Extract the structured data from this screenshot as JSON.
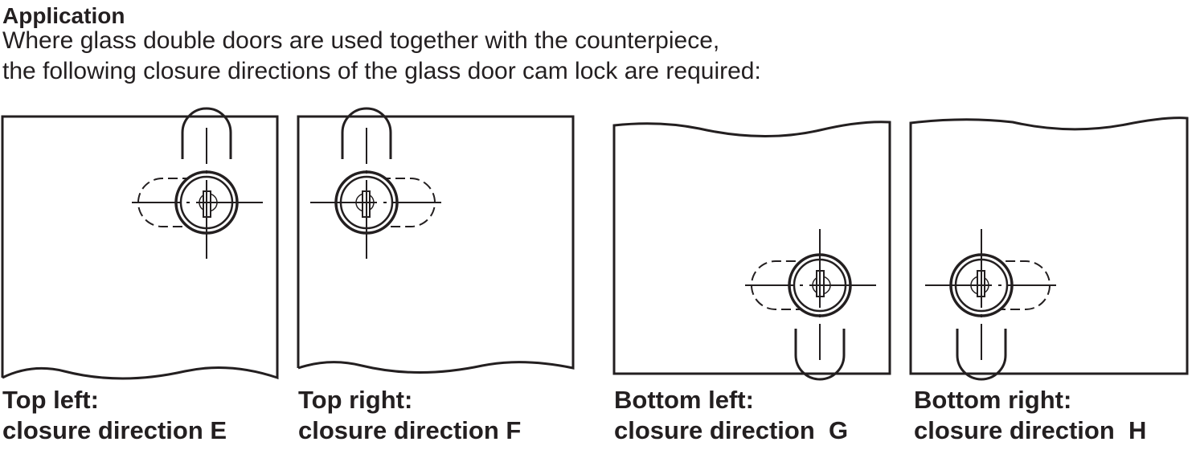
{
  "heading": "Application",
  "intro_lines": [
    "Where glass double doors are used together with the counterpiece,",
    "the following closure directions of the glass door cam lock are required:"
  ],
  "panels": [
    {
      "position": "Top left:",
      "direction": "closure direction E"
    },
    {
      "position": "Top right:",
      "direction": "closure direction F"
    },
    {
      "position": "Bottom left:",
      "direction": "closure direction  G"
    },
    {
      "position": "Bottom right:",
      "direction": "closure direction  H"
    }
  ]
}
